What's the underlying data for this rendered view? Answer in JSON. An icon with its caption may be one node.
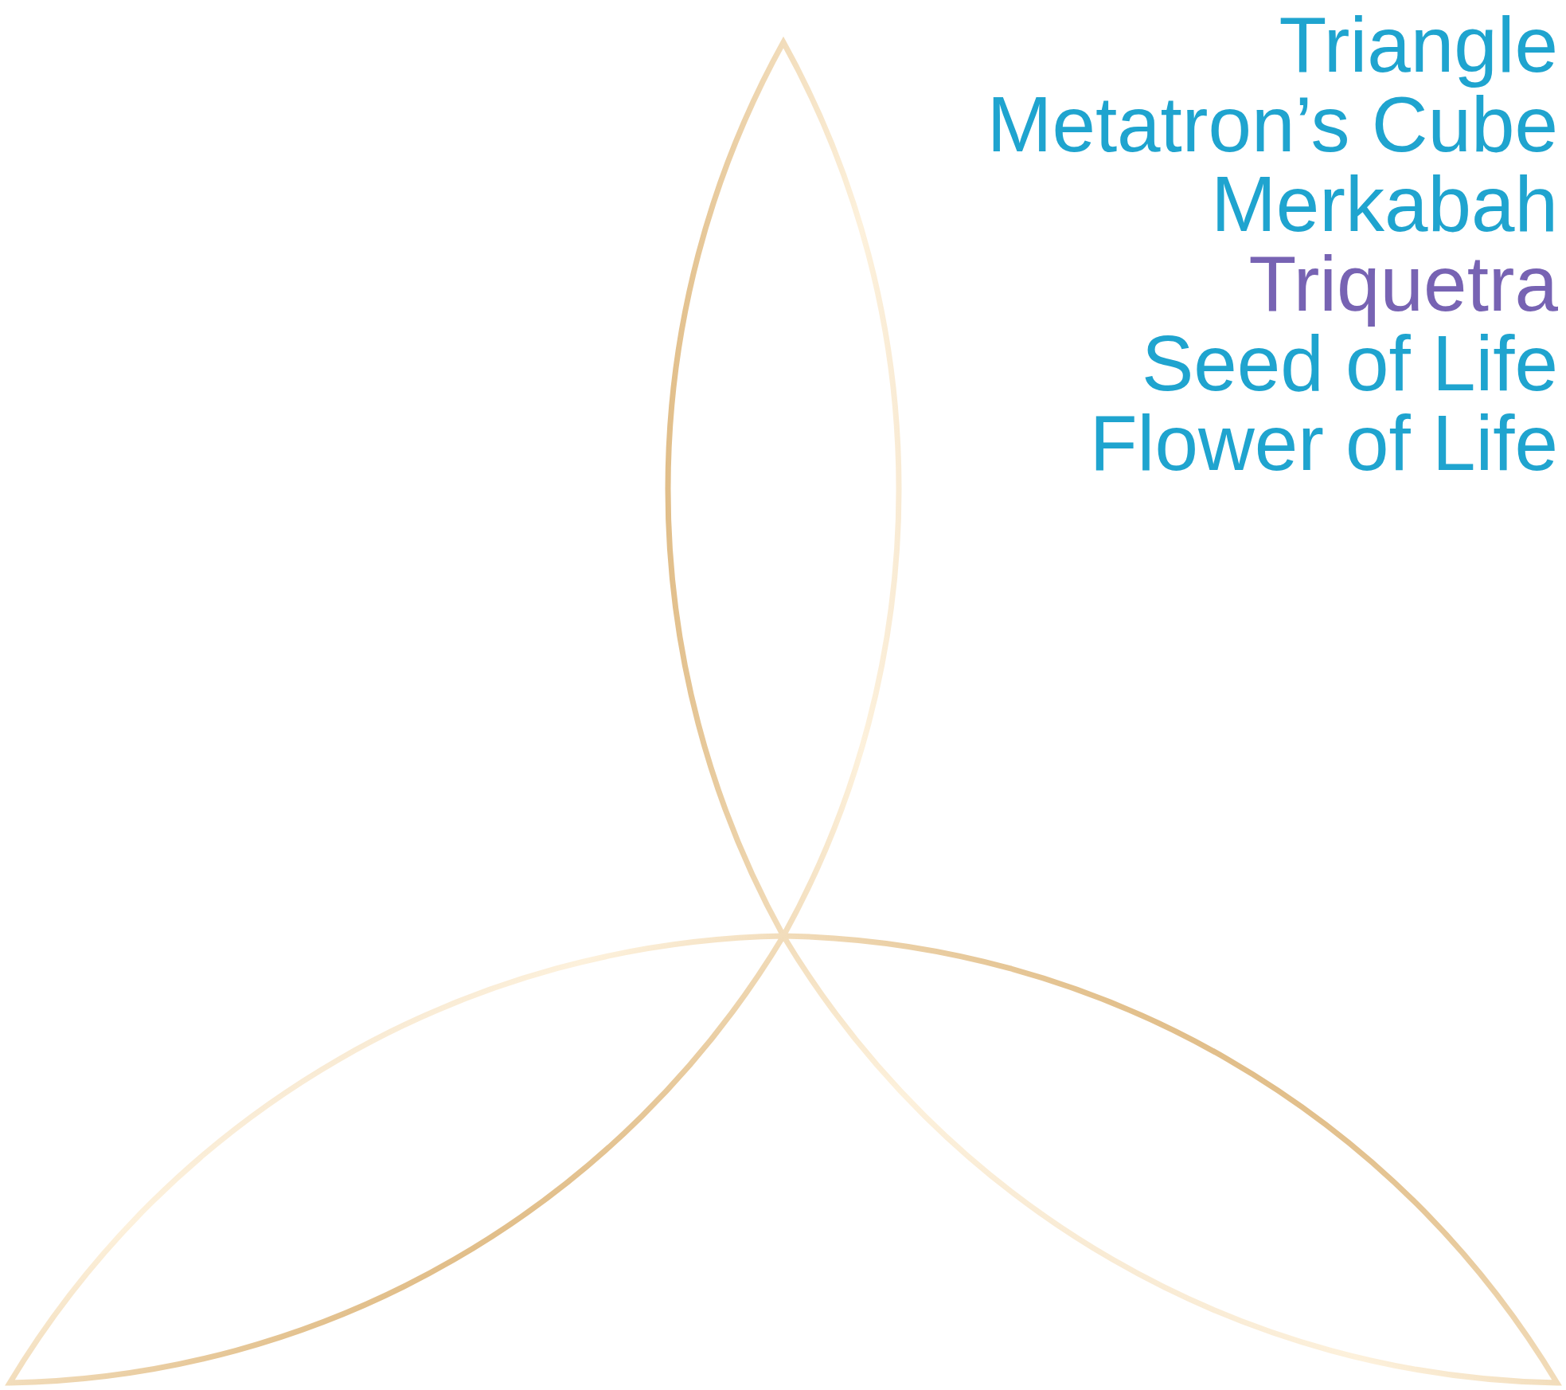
{
  "diagram": {
    "labels": [
      "Triangle",
      "Metatron’s Cube",
      "Merkabah",
      "Triquetra",
      "Seed of Life",
      "Flower of Life"
    ]
  }
}
